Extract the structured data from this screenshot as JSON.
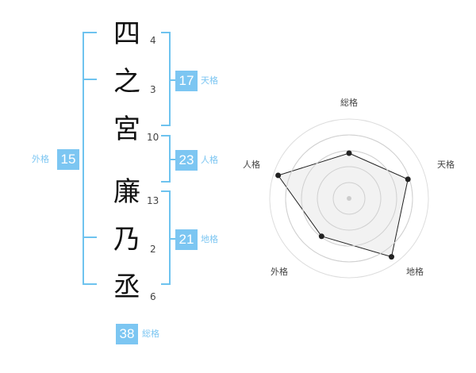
{
  "name": {
    "chars": [
      {
        "char": "四",
        "strokes": "4"
      },
      {
        "char": "之",
        "strokes": "3"
      },
      {
        "char": "宮",
        "strokes": "10"
      },
      {
        "char": "廉",
        "strokes": "13"
      },
      {
        "char": "乃",
        "strokes": "2"
      },
      {
        "char": "丞",
        "strokes": "6"
      }
    ]
  },
  "scores": {
    "tenkaku": {
      "value": "17",
      "label": "天格"
    },
    "jinkaku": {
      "value": "23",
      "label": "人格"
    },
    "chikaku": {
      "value": "21",
      "label": "地格"
    },
    "gaikaku": {
      "value": "15",
      "label": "外格"
    },
    "soukaku": {
      "value": "38",
      "label": "総格"
    }
  },
  "colors": {
    "accent": "#7cc6f2",
    "bracket": "#6ec3ef",
    "radar_fill": "#f0f0f0",
    "radar_line": "#222222"
  },
  "chart_data": {
    "type": "radar",
    "categories": [
      "総格",
      "天格",
      "地格",
      "外格",
      "人格"
    ],
    "values": [
      0.57,
      0.78,
      0.91,
      0.59,
      0.94
    ],
    "rings": 4
  }
}
